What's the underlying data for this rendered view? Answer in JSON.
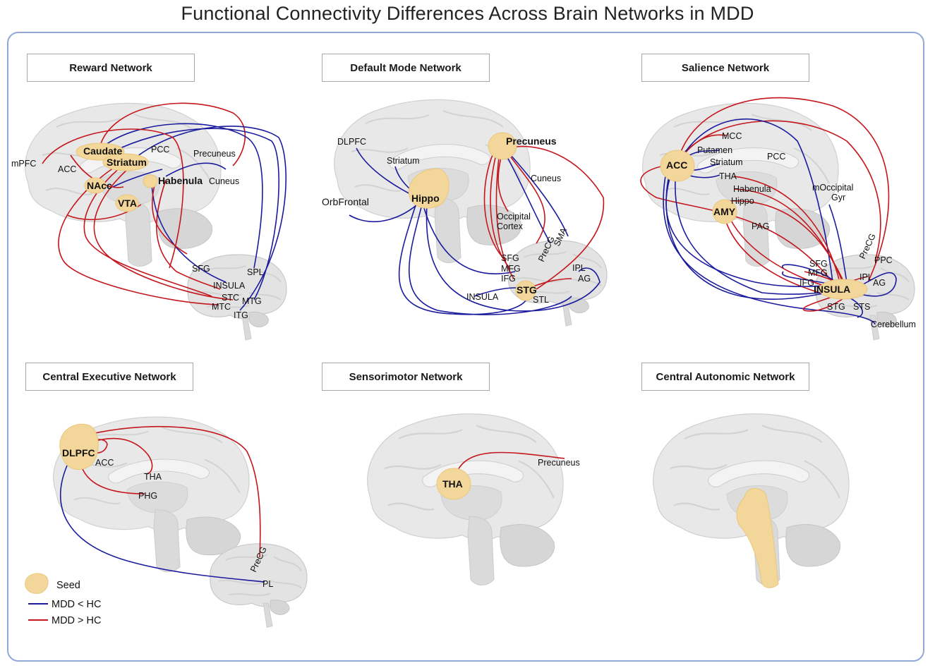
{
  "title": "Functional Connectivity Differences Across Brain Networks in MDD",
  "panels": [
    {
      "title": "Reward  Network",
      "seeds": [
        "Caudate",
        "Striatum",
        "NAcc",
        "Habenula",
        "VTA"
      ],
      "regions": [
        "mPFC",
        "ACC",
        "PCC",
        "Precuneus",
        "Cuneus",
        "SFG",
        "SPL",
        "INSULA",
        "STC",
        "MTC",
        "MTG",
        "ITG"
      ]
    },
    {
      "title": "Default Mode  Network",
      "seeds": [
        "Precuneus",
        "Hippo",
        "STG"
      ],
      "regions": [
        "DLPFC",
        "Striatum",
        "OrbFrontal",
        "Cuneus",
        "Occipital",
        "Cortex",
        "PreCG",
        "SMA",
        "SFG",
        "MFG",
        "IFG",
        "IPL",
        "AG",
        "INSULA",
        "STL"
      ]
    },
    {
      "title": "Salience  Network",
      "seeds": [
        "ACC",
        "AMY",
        "INSULA"
      ],
      "regions": [
        "MCC",
        "Putamen",
        "PCC",
        "Striatum",
        "THA",
        "Habenula",
        "Hippo",
        "mOccipital",
        "Gyr",
        "PAG",
        "PreCG",
        "PPC",
        "SFG",
        "MFG",
        "IFG",
        "IPL",
        "AG",
        "STG",
        "STS",
        "Cerebellum"
      ]
    },
    {
      "title": "Central Executive  Network",
      "seeds": [
        "DLPFC"
      ],
      "regions": [
        "ACC",
        "THA",
        "PHG",
        "PreCG",
        "PL"
      ]
    },
    {
      "title": "Sensorimotor  Network",
      "seeds": [
        "THA"
      ],
      "regions": [
        "Precuneus"
      ]
    },
    {
      "title": "Central Autonomic  Network",
      "seeds": [],
      "regions": []
    }
  ],
  "legend": {
    "seed": "Seed",
    "blue": "MDD < HC",
    "red": "MDD > HC"
  },
  "colors": {
    "red": "#c4161c",
    "blue": "#1b1b9e",
    "seed": "#f3d79a",
    "frame": "#8fa8d6"
  }
}
